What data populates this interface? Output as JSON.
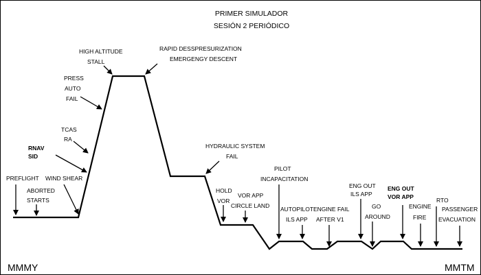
{
  "diagram": {
    "title": "PRIMER SIMULADOR",
    "subtitle": "SESIÓN 2 PERIÓDICO",
    "departure": "MMMY",
    "arrival": "MMTM",
    "colors": {
      "line": "#000000",
      "background": "#ffffff"
    },
    "events": [
      {
        "id": "preflight",
        "lines": [
          "PREFLIGHT"
        ],
        "bold": false
      },
      {
        "id": "aborted-starts",
        "lines": [
          "ABORTED",
          "STARTS"
        ],
        "bold": false
      },
      {
        "id": "wind-shear",
        "lines": [
          "WIND SHEAR"
        ],
        "bold": false
      },
      {
        "id": "rnav-sid",
        "lines": [
          "RNAV",
          "SID"
        ],
        "bold": true
      },
      {
        "id": "tcas-ra",
        "lines": [
          "TCAS",
          "RA"
        ],
        "bold": false
      },
      {
        "id": "press-auto-fail",
        "lines": [
          "PRESS",
          "AUTO",
          "FAIL"
        ],
        "bold": false
      },
      {
        "id": "high-altitude-stall",
        "lines": [
          "HIGH ALTITUDE",
          "STALL"
        ],
        "bold": false
      },
      {
        "id": "rapid-depressurization",
        "lines": [
          "RAPID DESSPRESURIZATION",
          "EMERGENGY DESCENT"
        ],
        "bold": false
      },
      {
        "id": "hydraulic-system-fail",
        "lines": [
          "HYDRAULIC SYSTEM",
          "FAIL"
        ],
        "bold": false
      },
      {
        "id": "hold-vor",
        "lines": [
          "HOLD",
          "VOR"
        ],
        "bold": false
      },
      {
        "id": "vor-app-circle-land",
        "lines": [
          "VOR APP",
          "CIRCLE LAND"
        ],
        "bold": false
      },
      {
        "id": "pilot-incapacitation",
        "lines": [
          "PILOT",
          "INCAPACITATION"
        ],
        "bold": false
      },
      {
        "id": "autopilot-ils-app",
        "lines": [
          "AUTOPILOT",
          "ILS APP"
        ],
        "bold": false
      },
      {
        "id": "engine-fail-after-v1",
        "lines": [
          "ENGINE FAIL",
          "AFTER V1"
        ],
        "bold": false
      },
      {
        "id": "eng-out-ils-app",
        "lines": [
          "ENG OUT",
          "ILS APP"
        ],
        "bold": false
      },
      {
        "id": "go-around",
        "lines": [
          "GO",
          "AROUND"
        ],
        "bold": false
      },
      {
        "id": "eng-out-vor-app",
        "lines": [
          "ENG OUT",
          "VOR APP"
        ],
        "bold": true
      },
      {
        "id": "engine-fire",
        "lines": [
          "ENGINE",
          "FIRE"
        ],
        "bold": false
      },
      {
        "id": "rto",
        "lines": [
          "RTO"
        ],
        "bold": false
      },
      {
        "id": "passenger-evacuation",
        "lines": [
          "PASSENGER",
          "EVACUATION"
        ],
        "bold": false
      }
    ]
  }
}
